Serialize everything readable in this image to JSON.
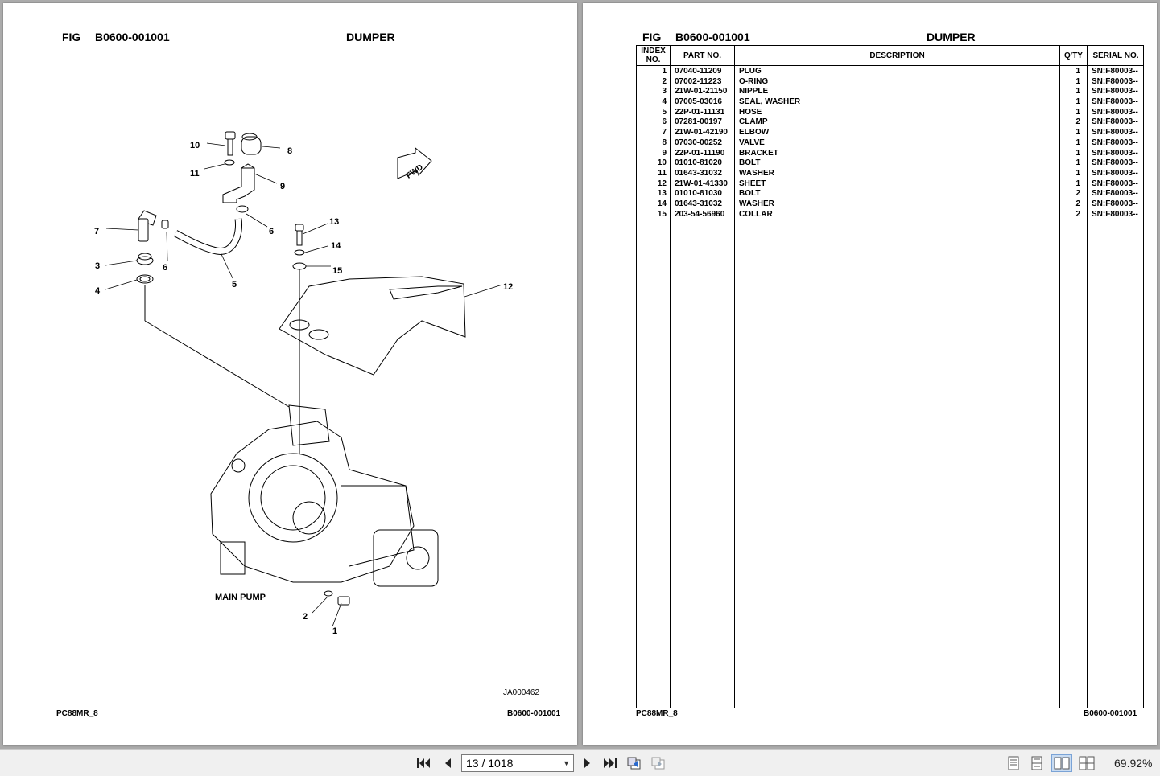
{
  "left_page": {
    "fig_label": "FIG",
    "fig_number": "B0600-001001",
    "title": "DUMPER",
    "drawing_code": "JA000462",
    "footer_model": "PC88MR_8",
    "footer_fig": "B0600-001001",
    "callouts": [
      "1",
      "2",
      "3",
      "4",
      "5",
      "6",
      "6",
      "7",
      "8",
      "9",
      "10",
      "11",
      "12",
      "13",
      "14",
      "15"
    ],
    "main_pump_label": "MAIN PUMP",
    "fwd_label": "FWD"
  },
  "right_page": {
    "fig_label": "FIG",
    "fig_number": "B0600-001001",
    "title": "DUMPER",
    "footer_model": "PC88MR_8",
    "footer_fig": "B0600-001001",
    "table": {
      "headers": {
        "index": "INDEX NO.",
        "part_no": "PART NO.",
        "description": "DESCRIPTION",
        "qty": "Q'TY",
        "serial": "SERIAL NO."
      },
      "rows": [
        {
          "index": "1",
          "part_no": "07040-11209",
          "description": "PLUG",
          "qty": "1",
          "serial": "SN:F80003--"
        },
        {
          "index": "2",
          "part_no": "07002-11223",
          "description": "O-RING",
          "qty": "1",
          "serial": "SN:F80003--"
        },
        {
          "index": "3",
          "part_no": "21W-01-21150",
          "description": "NIPPLE",
          "qty": "1",
          "serial": "SN:F80003--"
        },
        {
          "index": "4",
          "part_no": "07005-03016",
          "description": "SEAL, WASHER",
          "qty": "1",
          "serial": "SN:F80003--"
        },
        {
          "index": "5",
          "part_no": "22P-01-11131",
          "description": "HOSE",
          "qty": "1",
          "serial": "SN:F80003--"
        },
        {
          "index": "6",
          "part_no": "07281-00197",
          "description": "CLAMP",
          "qty": "2",
          "serial": "SN:F80003--"
        },
        {
          "index": "7",
          "part_no": "21W-01-42190",
          "description": "ELBOW",
          "qty": "1",
          "serial": "SN:F80003--"
        },
        {
          "index": "8",
          "part_no": "07030-00252",
          "description": "VALVE",
          "qty": "1",
          "serial": "SN:F80003--"
        },
        {
          "index": "9",
          "part_no": "22P-01-11190",
          "description": "BRACKET",
          "qty": "1",
          "serial": "SN:F80003--"
        },
        {
          "index": "10",
          "part_no": "01010-81020",
          "description": "BOLT",
          "qty": "1",
          "serial": "SN:F80003--"
        },
        {
          "index": "11",
          "part_no": "01643-31032",
          "description": "WASHER",
          "qty": "1",
          "serial": "SN:F80003--"
        },
        {
          "index": "12",
          "part_no": "21W-01-41330",
          "description": "SHEET",
          "qty": "1",
          "serial": "SN:F80003--"
        },
        {
          "index": "13",
          "part_no": "01010-81030",
          "description": "BOLT",
          "qty": "2",
          "serial": "SN:F80003--"
        },
        {
          "index": "14",
          "part_no": "01643-31032",
          "description": "WASHER",
          "qty": "2",
          "serial": "SN:F80003--"
        },
        {
          "index": "15",
          "part_no": "203-54-56960",
          "description": "COLLAR",
          "qty": "2",
          "serial": "SN:F80003--"
        }
      ]
    }
  },
  "toolbar": {
    "page_indicator": "13 / 1018",
    "zoom": "69.92%"
  }
}
